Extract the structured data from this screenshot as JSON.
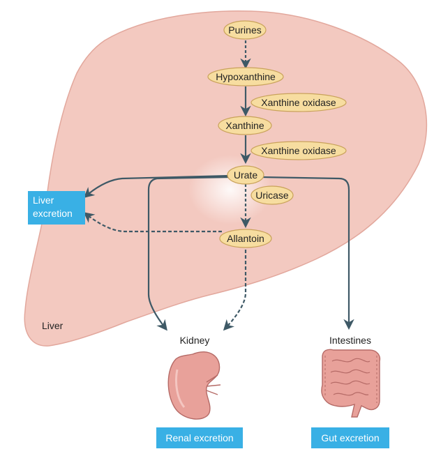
{
  "colors": {
    "liver_fill": "#f3c9c0",
    "liver_stroke": "#e2a79c",
    "node_fill": "#f7dda0",
    "node_stroke": "#c9a25a",
    "arrow": "#3e5966",
    "label_box": "#39b0e5",
    "organ_fill": "#e8a19a",
    "organ_stroke": "#b56a66"
  },
  "liver_label": "Liver",
  "nodes": {
    "purines": "Purines",
    "hypoxanthine": "Hypoxanthine",
    "xanthine_oxidase_1": "Xanthine oxidase",
    "xanthine": "Xanthine",
    "xanthine_oxidase_2": "Xanthine oxidase",
    "urate": "Urate",
    "uricase": "Uricase",
    "allantoin": "Allantoin"
  },
  "liver_excretion": {
    "line1": "Liver",
    "line2": "excretion"
  },
  "kidney_label": "Kidney",
  "intestines_label": "Intestines",
  "renal_excretion": "Renal excretion",
  "gut_excretion": "Gut excretion",
  "icons": {
    "kidney": "kidney-icon",
    "intestines": "intestines-icon"
  }
}
